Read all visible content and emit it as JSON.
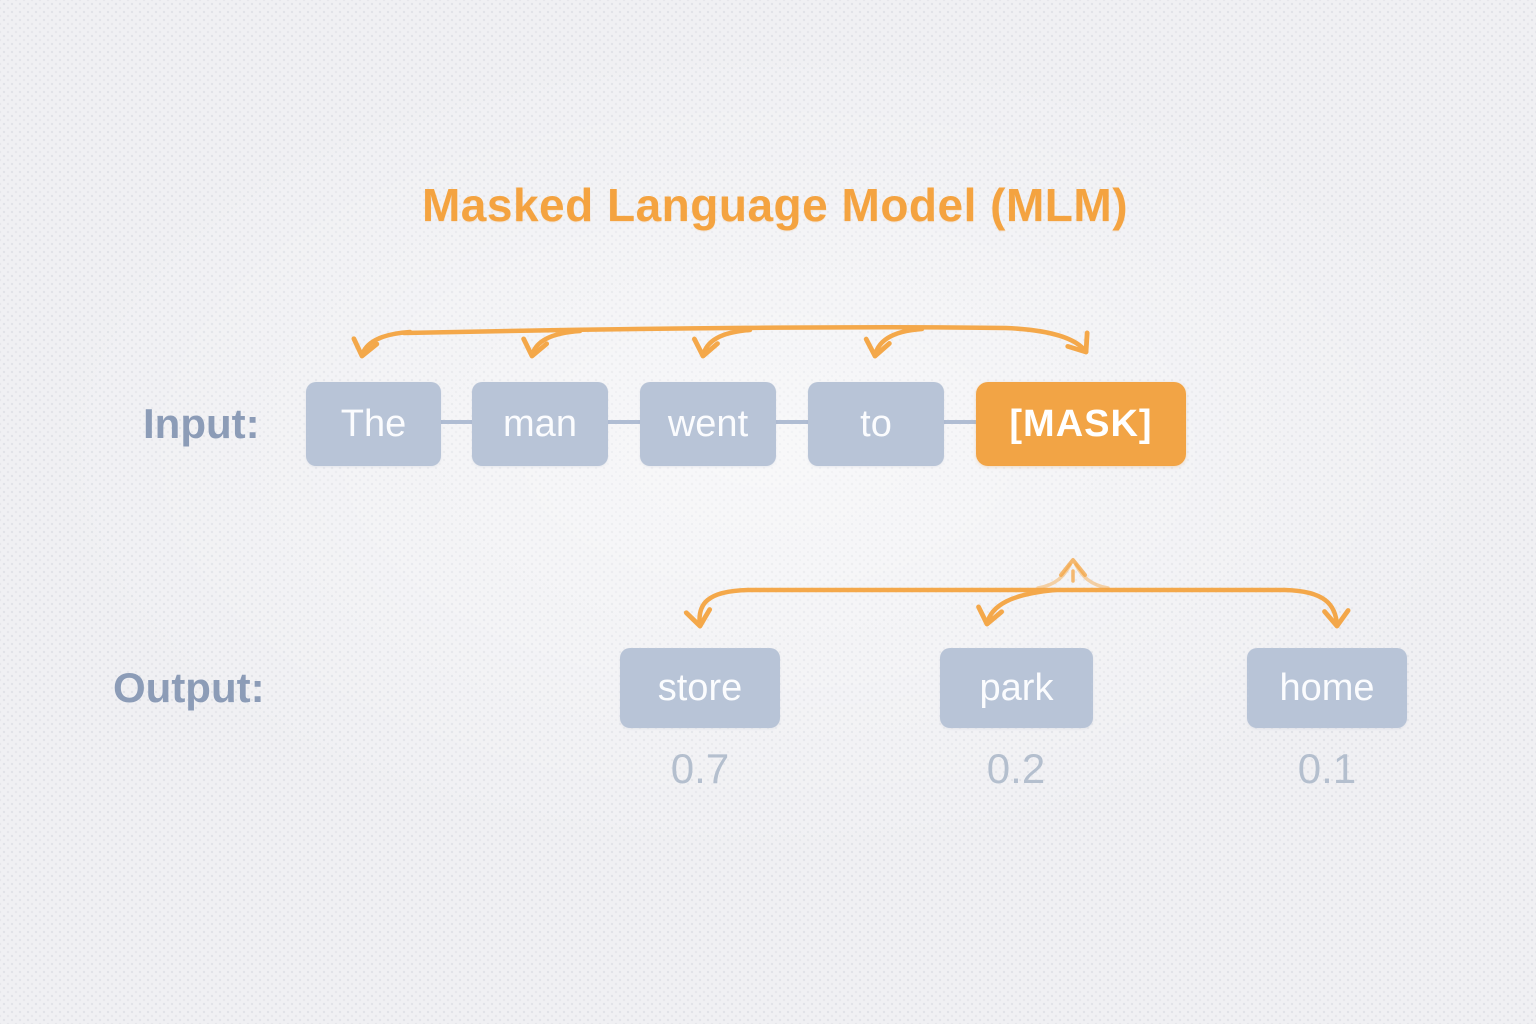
{
  "title": "Masked Language Model (MLM)",
  "colors": {
    "accent_orange": "#f2a445",
    "arrow_orange": "#f4a441",
    "box_blue": "#b8c4d7",
    "label_blue": "#8c9cb7",
    "probability_gray": "#b4bfce",
    "background": "#f0f0f3"
  },
  "input": {
    "label": "Input:",
    "tokens": [
      {
        "label": "The",
        "masked": false
      },
      {
        "label": "man",
        "masked": false
      },
      {
        "label": "went",
        "masked": false
      },
      {
        "label": "to",
        "masked": false
      },
      {
        "label": "[MASK]",
        "masked": true
      }
    ]
  },
  "output": {
    "label": "Output:",
    "predictions": [
      {
        "label": "store",
        "probability": "0.7"
      },
      {
        "label": "park",
        "probability": "0.2"
      },
      {
        "label": "home",
        "probability": "0.1"
      }
    ]
  }
}
